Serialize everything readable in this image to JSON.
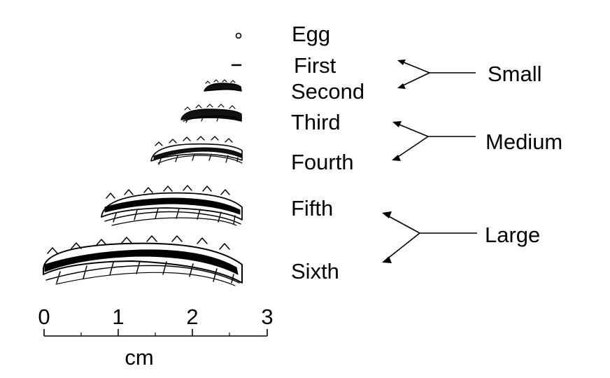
{
  "stages": [
    {
      "label": "Egg",
      "length_cm": 0.04
    },
    {
      "label": "First",
      "length_cm": 0.12
    },
    {
      "label": "Second",
      "length_cm": 0.5
    },
    {
      "label": "Third",
      "length_cm": 0.85
    },
    {
      "label": "Fourth",
      "length_cm": 1.25
    },
    {
      "label": "Fifth",
      "length_cm": 1.85
    },
    {
      "label": "Sixth",
      "length_cm": 2.7
    }
  ],
  "groups": [
    {
      "label": "Small"
    },
    {
      "label": "Medium"
    },
    {
      "label": "Large"
    }
  ],
  "scale": {
    "ticks": [
      "0",
      "1",
      "2",
      "3"
    ],
    "unit": "cm"
  },
  "colors": {
    "ink": "#000000",
    "body": "#ffffff"
  }
}
